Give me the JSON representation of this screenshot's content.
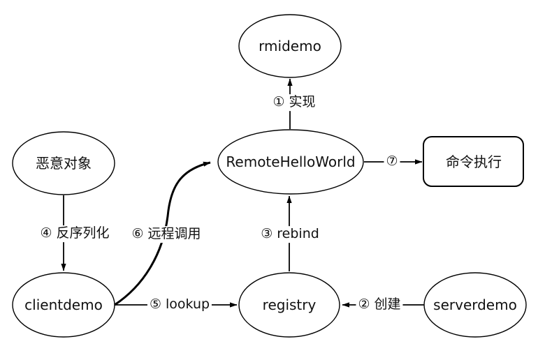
{
  "diagram": {
    "background_color": "#ffffff",
    "stroke_color": "#000000",
    "text_color": "#111111",
    "nodes": {
      "rmidemo": {
        "label": "rmidemo",
        "shape": "ellipse"
      },
      "remote_hello_world": {
        "label": "RemoteHelloWorld",
        "shape": "ellipse"
      },
      "command_exec": {
        "label": "命令执行",
        "shape": "rounded-rect"
      },
      "malicious_object": {
        "label": "恶意对象",
        "shape": "ellipse"
      },
      "clientdemo": {
        "label": "clientdemo",
        "shape": "ellipse"
      },
      "registry": {
        "label": "registry",
        "shape": "ellipse"
      },
      "serverdemo": {
        "label": "serverdemo",
        "shape": "ellipse"
      }
    },
    "edges": {
      "implement": {
        "label": "① 实现",
        "from": "RemoteHelloWorld",
        "to": "rmidemo"
      },
      "create": {
        "label": "② 创建",
        "from": "serverdemo",
        "to": "registry"
      },
      "rebind": {
        "label": "③ rebind",
        "from": "registry",
        "to": "RemoteHelloWorld"
      },
      "deserialize": {
        "label": "④ 反序列化",
        "from": "恶意对象",
        "to": "clientdemo"
      },
      "lookup": {
        "label": "⑤ lookup",
        "from": "clientdemo",
        "to": "registry"
      },
      "remote_call": {
        "label": "⑥ 远程调用",
        "from": "clientdemo",
        "to": "RemoteHelloWorld"
      },
      "step7": {
        "label": "⑦",
        "from": "RemoteHelloWorld",
        "to": "命令执行"
      }
    }
  }
}
